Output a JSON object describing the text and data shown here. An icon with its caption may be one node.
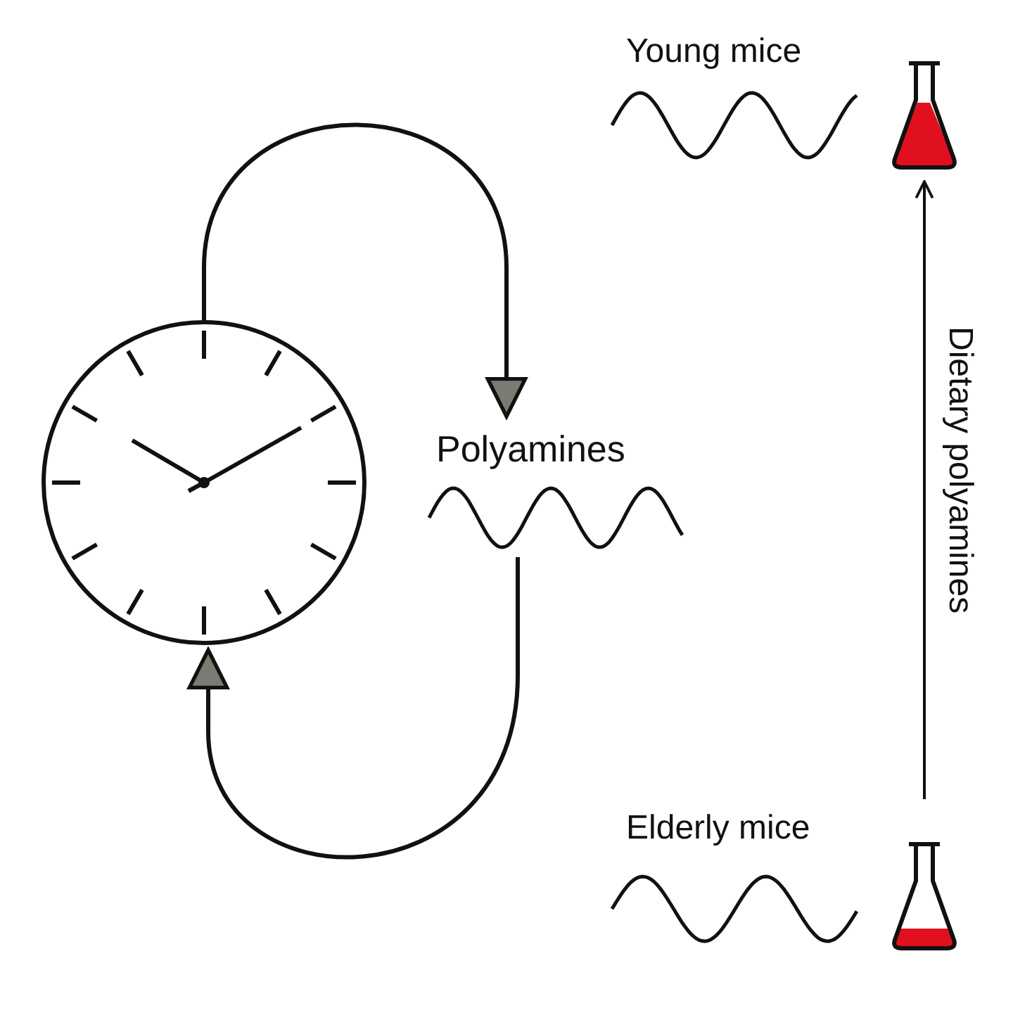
{
  "diagram": {
    "nodes": [
      {
        "text": [],
        "shape": "clock"
      },
      {
        "text": [
          "Polyamines"
        ]
      },
      {
        "text": [
          "Young mice"
        ]
      },
      {
        "text": [
          "Elderly mice"
        ]
      }
    ],
    "edges": [
      {
        "from": 0,
        "to": 1,
        "arrow": "to"
      },
      {
        "from": 1,
        "to": 0,
        "arrow": "to"
      },
      {
        "from": 3,
        "to": 2,
        "label": "Dietary polyamines",
        "arrow": "to"
      }
    ]
  }
}
